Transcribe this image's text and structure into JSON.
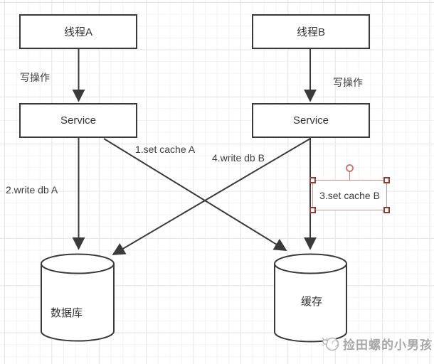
{
  "diagram": {
    "nodes": {
      "thread_a": "线程A",
      "thread_b": "线程B",
      "service_a": "Service",
      "service_b": "Service",
      "database": "数据库",
      "cache": "缓存"
    },
    "edge_labels": {
      "write_op_left": "写操作",
      "write_op_right": "写操作",
      "set_cache_a": "1.set cache A",
      "write_db_a": "2.write db A",
      "write_db_b": "4.write db B"
    },
    "selection": {
      "label": "3.set cache B"
    }
  },
  "watermark": {
    "text": "捡田螺的小男孩",
    "icon": "snail-icon"
  },
  "colors": {
    "shape_stroke": "#3a3a3a",
    "grid_minor": "#f3f3f3",
    "grid_major": "#e6e6e6",
    "selection_border": "#d6948e",
    "selection_handle": "#8e3b33",
    "watermark": "#a8a8a8"
  }
}
